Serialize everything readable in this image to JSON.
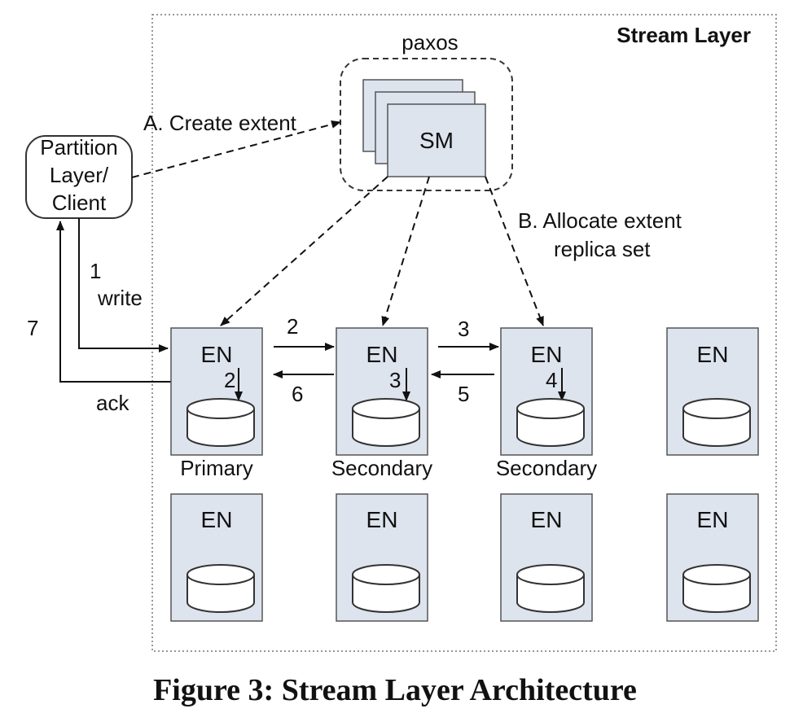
{
  "stream_layer_title": "Stream Layer",
  "paxos_label": "paxos",
  "sm_label": "SM",
  "client": {
    "line1": "Partition",
    "line2": "Layer/",
    "line3": "Client"
  },
  "edges": {
    "create_extent": "A. Create extent",
    "allocate_line1": "B. Allocate extent",
    "allocate_line2": "replica set",
    "step1_num": "1",
    "step1_text": "write",
    "step7": "7",
    "ack": "ack",
    "step2": "2",
    "step3": "3",
    "step5": "5",
    "step6": "6"
  },
  "en_label": "EN",
  "roles": {
    "primary": "Primary",
    "secondary_a": "Secondary",
    "secondary_b": "Secondary"
  },
  "local_steps": {
    "primary": "2",
    "secondary_a": "3",
    "secondary_b": "4"
  },
  "caption": "Figure 3: Stream Layer Architecture"
}
